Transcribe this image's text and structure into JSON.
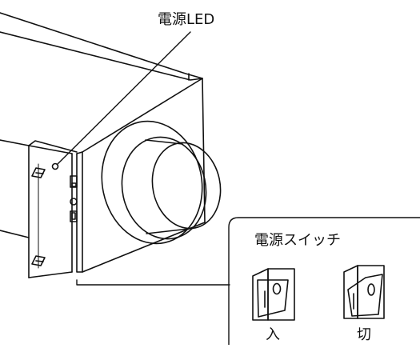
{
  "labels": {
    "led": "電源LED",
    "switch_panel_title": "電源スイッチ",
    "switch_on": "入",
    "switch_off": "切"
  },
  "icons": [
    "led-indicator-icon",
    "rocker-switch-on-icon",
    "rocker-switch-off-icon"
  ],
  "colors": {
    "line": "#111111",
    "background": "#ffffff"
  }
}
